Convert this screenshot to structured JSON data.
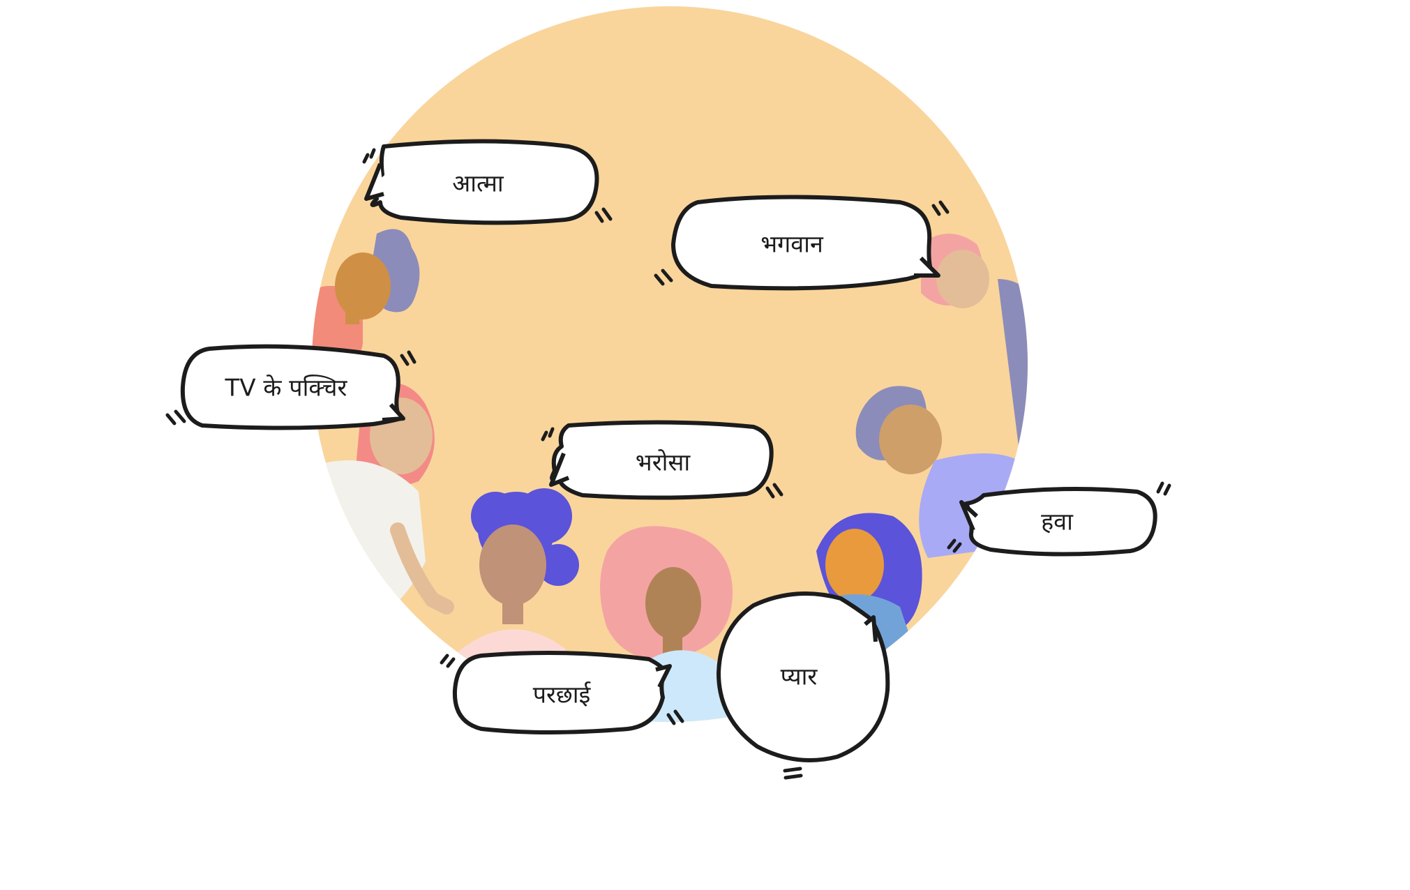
{
  "scene": {
    "background_color": "#ffffff",
    "circle_color": "#f9d59c",
    "bubble_fill": "#ffffff",
    "bubble_stroke": "#1c1c1c"
  },
  "bubbles": {
    "aatma": "आत्मा",
    "bhagwan": "भगवान",
    "tv_pictures": "TV के पक्चिर",
    "bharosa": "भरोसा",
    "hawa": "हवा",
    "parchhai": "परछाई",
    "pyaar": "प्यार"
  }
}
